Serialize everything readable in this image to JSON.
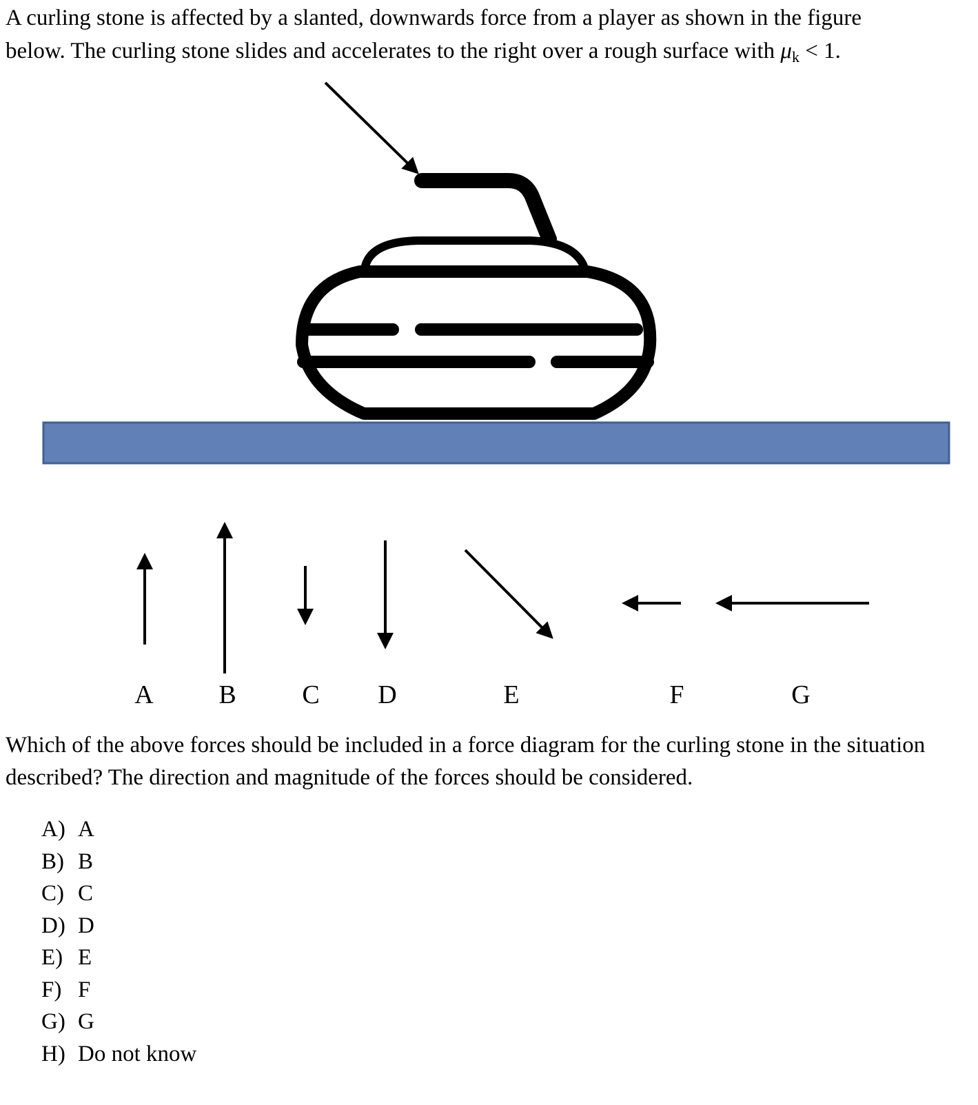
{
  "intro": {
    "line1": "A curling stone is affected by a slanted, downwards force from a player as shown in the figure",
    "line2_before": "below. The curling stone slides and accelerates to the right over a rough surface with ",
    "mu_symbol": "μ",
    "mu_subscript": "k",
    "line2_after": " < 1."
  },
  "figure": {
    "surface_color": "#6180b8",
    "surface_border_color": "#41618f",
    "stone_color": "#000000",
    "arrow_labels": [
      "A",
      "B",
      "C",
      "D",
      "E",
      "F",
      "G"
    ]
  },
  "question": "Which of the above forces should be included in a force diagram for the curling stone in the situation described? The direction and magnitude of the forces should be considered.",
  "options": [
    {
      "key": "A)",
      "text": "A"
    },
    {
      "key": "B)",
      "text": "B"
    },
    {
      "key": "C)",
      "text": "C"
    },
    {
      "key": "D)",
      "text": "D"
    },
    {
      "key": "E)",
      "text": "E"
    },
    {
      "key": "F)",
      "text": "F"
    },
    {
      "key": "G)",
      "text": "G"
    },
    {
      "key": "H)",
      "text": "Do not know"
    }
  ]
}
